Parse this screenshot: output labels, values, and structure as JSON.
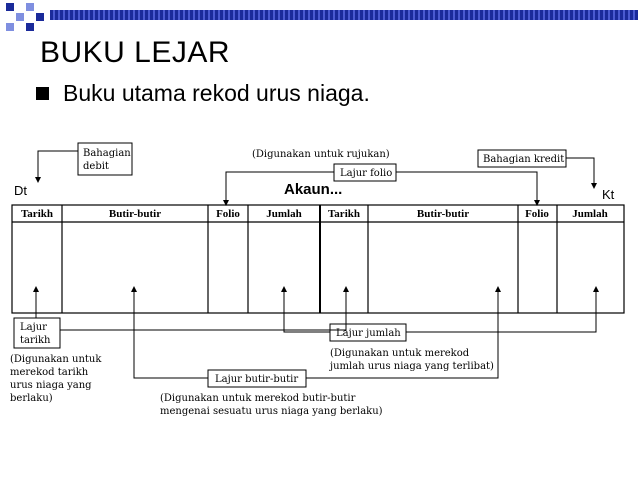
{
  "slide": {
    "title": "BUKU LEJAR",
    "bullet": "Buku utama rekod urus niaga."
  },
  "diagram": {
    "dt": "Dt",
    "kt": "Kt",
    "akaun": "Akaun...",
    "digunakan_rujukan": "(Digunakan untuk rujukan)",
    "headers": [
      "Tarikh",
      "Butir-butir",
      "Folio",
      "Jumlah",
      "Tarikh",
      "Butir-butir",
      "Folio",
      "Jumlah"
    ],
    "callouts": {
      "bahagian_debit": [
        "Bahagian",
        "debit"
      ],
      "lajur_folio": "Lajur folio",
      "bahagian_kredit": "Bahagian kredit",
      "lajur_tarikh": [
        "Lajur",
        "tarikh"
      ],
      "lajur_jumlah": "Lajur jumlah",
      "lajur_butir": "Lajur butir-butir"
    },
    "notes": {
      "tarikh": [
        "(Digunakan untuk",
        "merekod tarikh",
        "urus niaga yang",
        "berlaku)"
      ],
      "jumlah": [
        "(Digunakan untuk merekod",
        "jumlah urus niaga yang terlibat)"
      ],
      "butir": [
        "(Digunakan untuk merekod butir-butir",
        "mengenai sesuatu urus niaga yang berlaku)"
      ]
    }
  }
}
